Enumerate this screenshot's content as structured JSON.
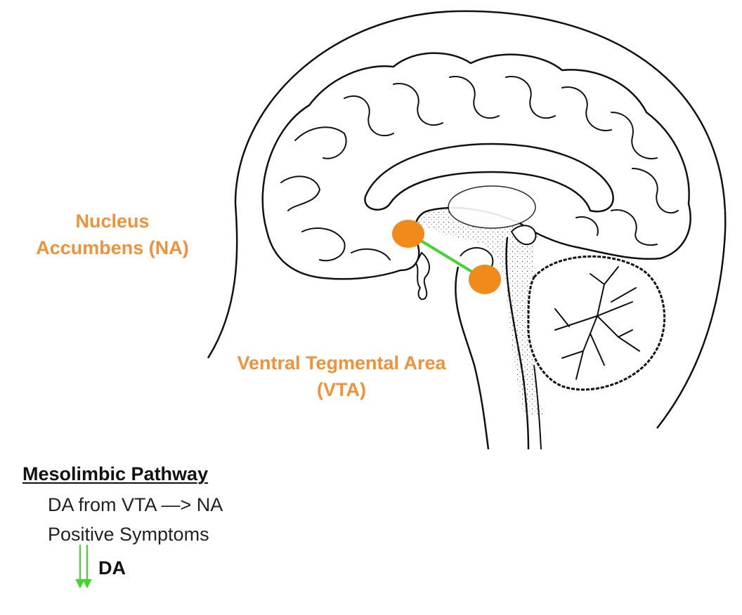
{
  "colors": {
    "region_marker": "#F08A1A",
    "region_label": "#F0923A",
    "pathway_line": "#3FD72D",
    "outline": "#111111"
  },
  "labels": {
    "nucleus_accumbens": [
      "Nucleus",
      "Accumbens (NA)"
    ],
    "ventral_tegmental_area": [
      "Ventral Tegmental Area",
      "(VTA)"
    ]
  },
  "notes": {
    "title": "Mesolimbic Pathway",
    "lines": [
      "DA from VTA —> NA",
      "Positive Symptoms"
    ],
    "decrease_label": "DA"
  },
  "icons": {
    "decrease_arrow": "double-down-arrow-icon"
  }
}
